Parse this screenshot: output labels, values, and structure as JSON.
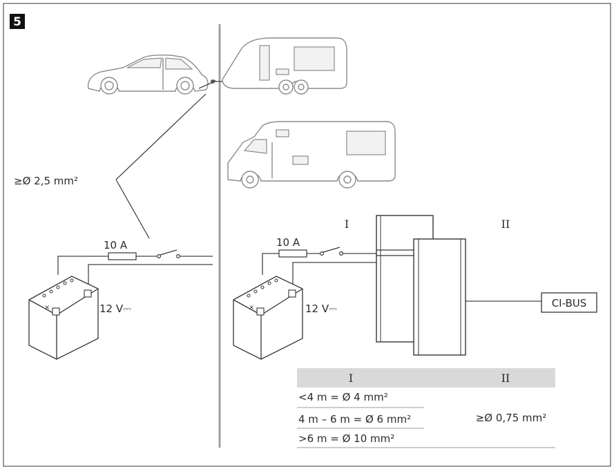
{
  "figure": {
    "number": "5"
  },
  "left": {
    "cable_label": "≥Ø 2,5 mm²",
    "fuse_label": "10 A",
    "battery_label": "12 V⎓"
  },
  "right": {
    "zone_i": "I",
    "zone_ii": "II",
    "fuse_label": "10 A",
    "battery_label": "12 V⎓",
    "bus_label": "CI-BUS"
  },
  "table": {
    "headers": [
      "I",
      "II"
    ],
    "rows": [
      "<4 m = Ø 4 mm²",
      "4 m – 6 m = Ø 6 mm²",
      ">6 m = Ø 10 mm²"
    ],
    "col2_value": "≥Ø 0,75 mm²"
  },
  "colors": {
    "table_header_bg": "#d9d9d9",
    "vehicle_stroke": "#8a8a8a",
    "divider": "#a0a0a0"
  }
}
